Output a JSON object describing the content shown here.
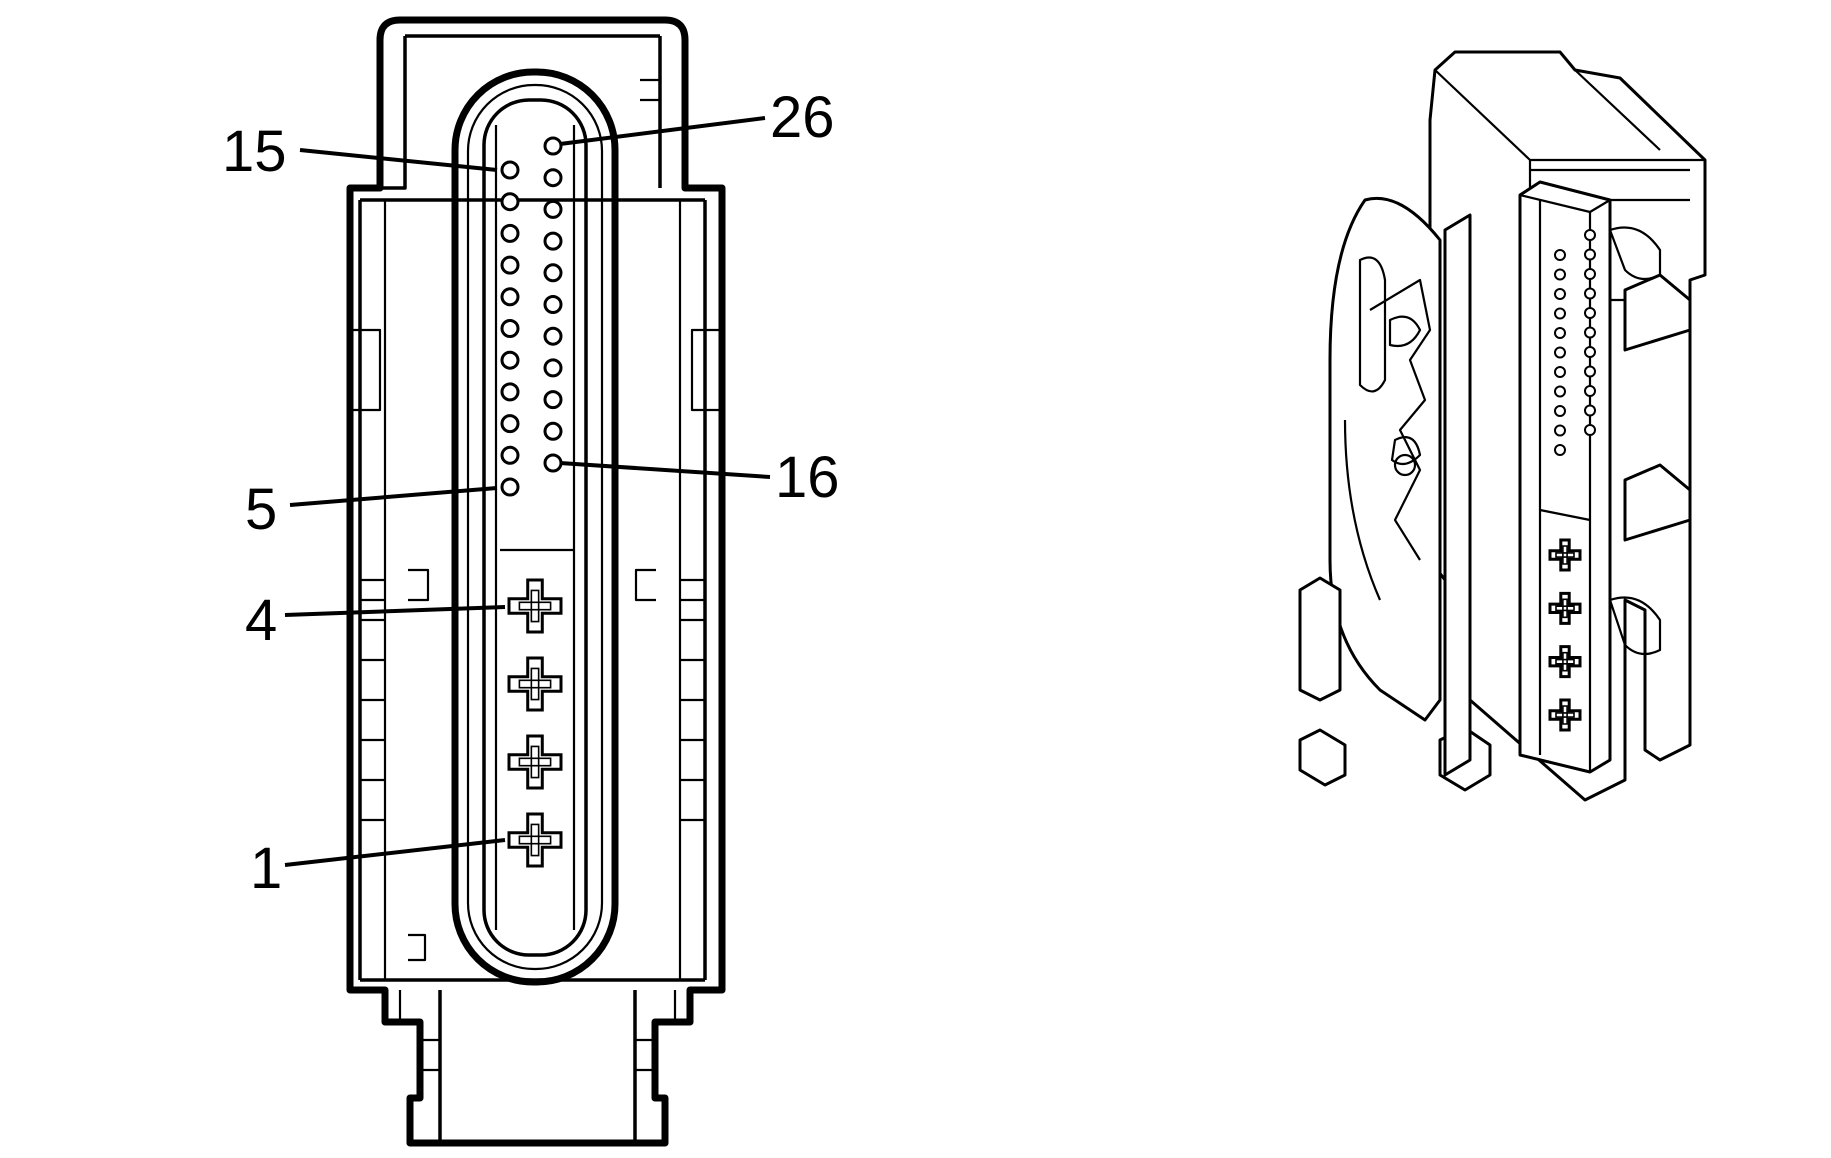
{
  "pin_labels": {
    "pin_15": "15",
    "pin_26": "26",
    "pin_5": "5",
    "pin_16": "16",
    "pin_4": "4",
    "pin_1": "1"
  },
  "connector": {
    "small_pin_rows": 11,
    "small_pin_columns": 2,
    "large_terminals": 4
  }
}
